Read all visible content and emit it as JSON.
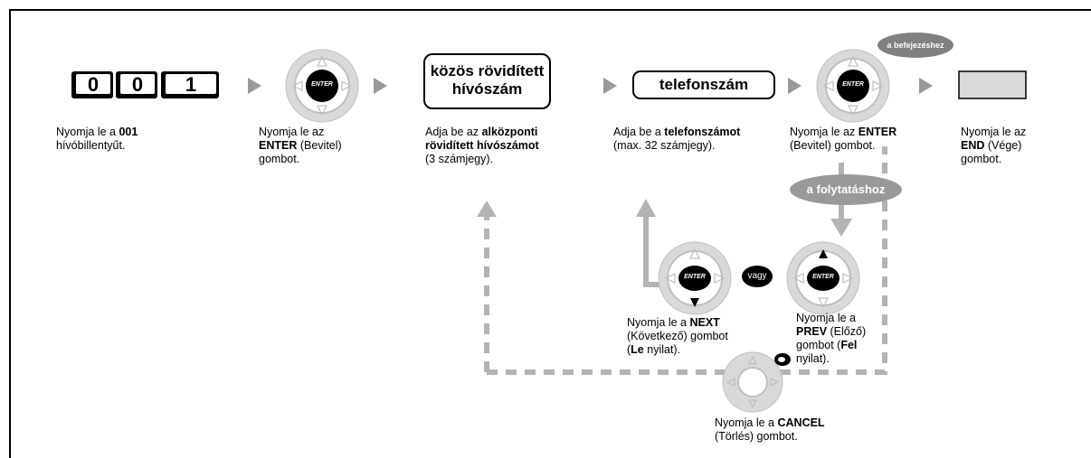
{
  "keys": [
    "0",
    "0",
    "1"
  ],
  "bubbles": {
    "finish": "a befejezéshez",
    "continue": "a folytatáshoz",
    "or": "vagy"
  },
  "enter_label": "ENTER",
  "boxes": {
    "common_speed_dial": [
      "közös rövidített",
      "hívószám"
    ],
    "phone_number": "telefonszám"
  },
  "steps": {
    "press_001": [
      "Nyomja le a ",
      "001",
      "hívóbillentyűt."
    ],
    "press_enter_1": [
      "Nyomja le az",
      "ENTER",
      " (Bevitel)",
      "gombot."
    ],
    "enter_speed_dial": [
      "Adja be az ",
      "alközponti",
      "rövidített hívószámot",
      "(3 számjegy)."
    ],
    "enter_phone": [
      "Adja be a ",
      "telefonszámot",
      "(max. 32 számjegy)."
    ],
    "press_enter_2": [
      "Nyomja le az ",
      "ENTER",
      "(Bevitel) gombot."
    ],
    "press_end": [
      "Nyomja le az",
      "END",
      " (Vége)",
      "gombot."
    ],
    "press_next": [
      "Nyomja le a ",
      "NEXT",
      "(Következő) gombot",
      "(",
      "Le",
      " nyilat)."
    ],
    "press_prev": [
      "Nyomja le a",
      "PREV",
      " (Előző)",
      "gombot (",
      "Fel",
      "nyilat)."
    ],
    "press_cancel": [
      "Nyomja le a ",
      "CANCEL",
      "(Törlés) gombot."
    ]
  }
}
